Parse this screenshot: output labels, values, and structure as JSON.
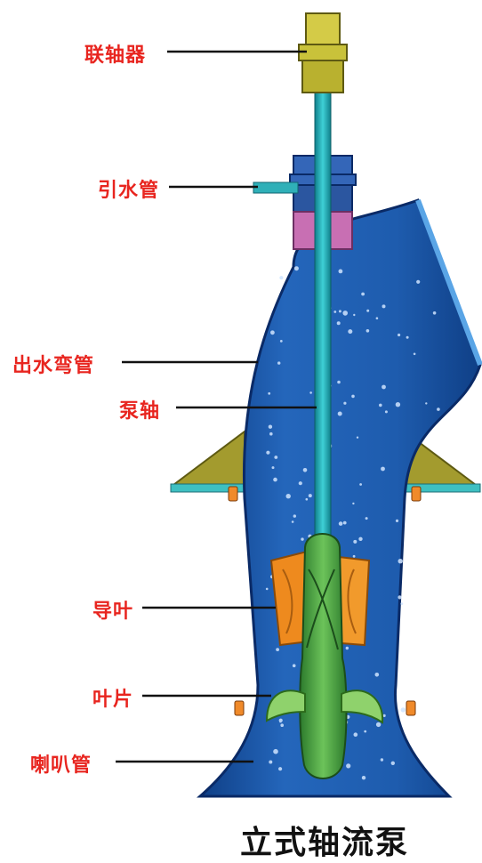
{
  "diagram": {
    "caption": "立式轴流泵",
    "labels": {
      "coupling": "联轴器",
      "inlet_pipe": "引水管",
      "outlet_elbow": "出水弯管",
      "pump_shaft": "泵轴",
      "guide_vane": "导叶",
      "impeller_blade": "叶片",
      "bell_mouth": "喇叭管"
    },
    "colors": {
      "label_text": "#e8251f",
      "casing": "#1e5cae",
      "shaft": "#18a7b0",
      "coupling": "#c9c23a",
      "guide_vane": "#ee8a1e",
      "impeller": "#4ea640",
      "flange_support": "#8c8a2a",
      "packing": "#c86fb3"
    }
  }
}
